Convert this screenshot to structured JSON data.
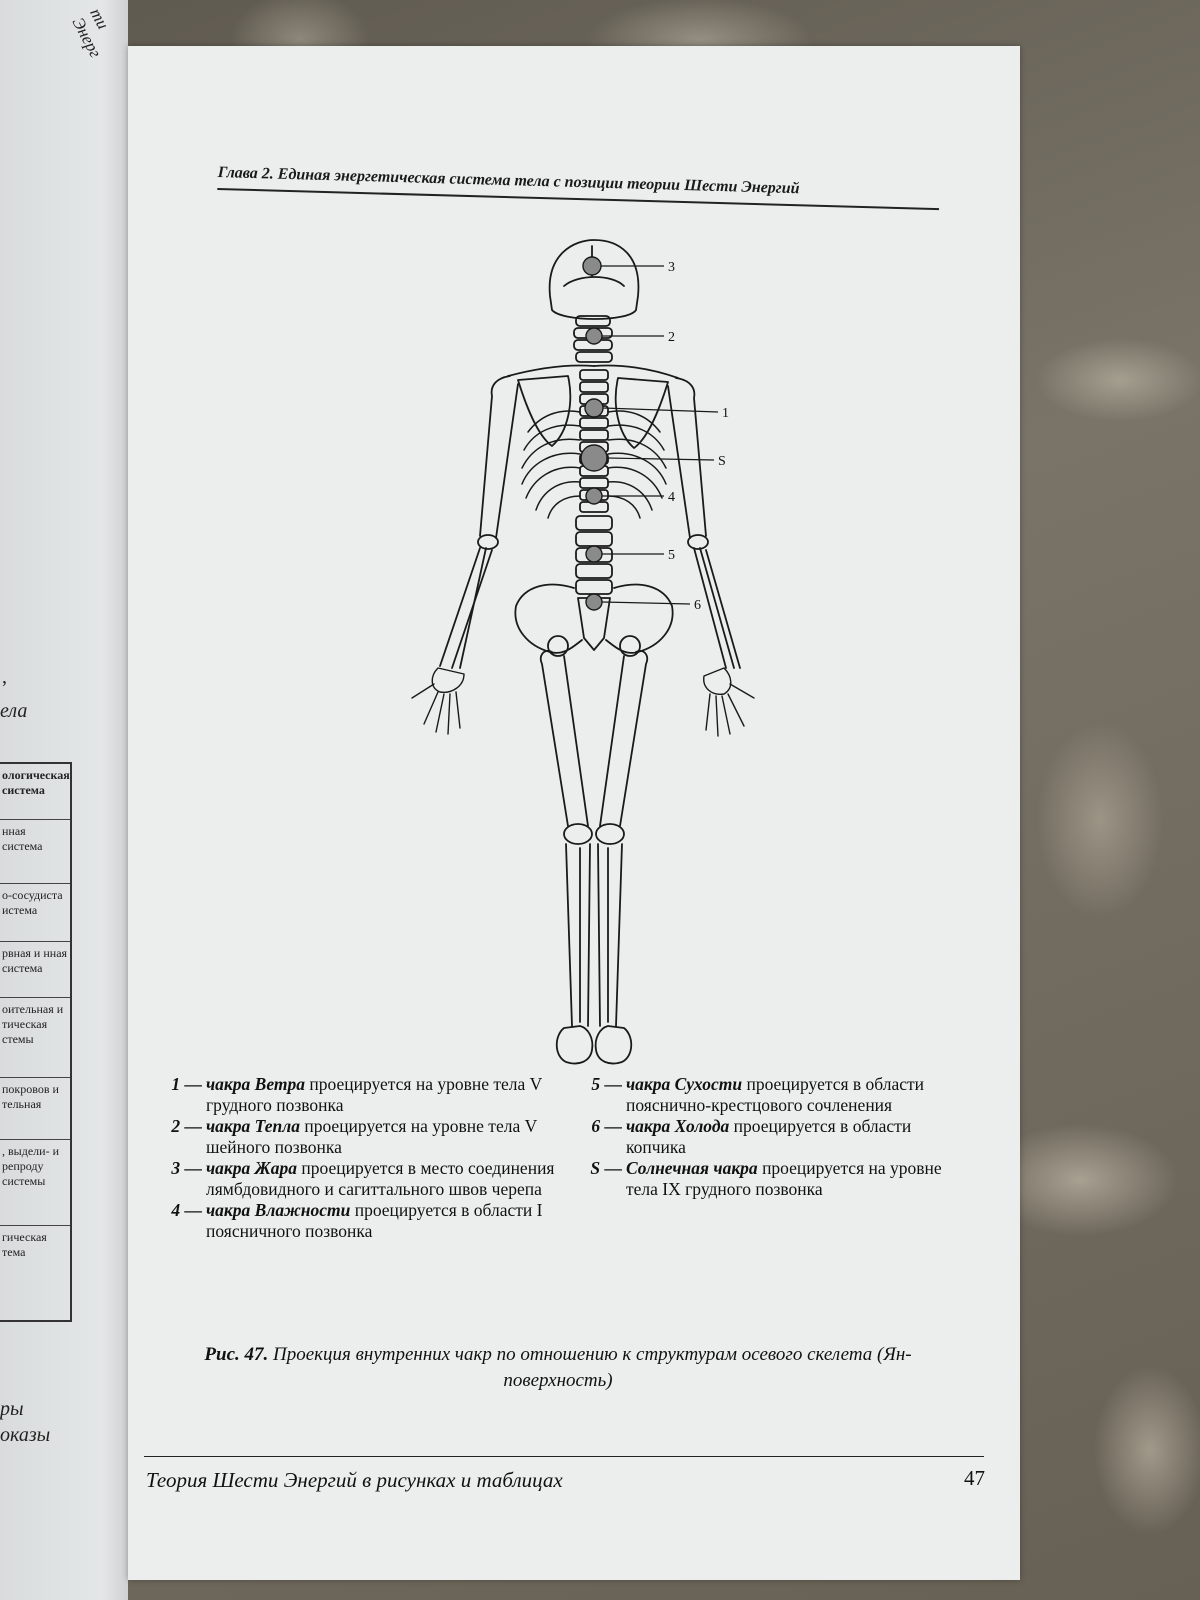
{
  "left_page": {
    "fragments": [
      "ти Энерг",
      ",",
      "ела",
      "ры",
      "оказы"
    ],
    "table_rows": [
      "ологическая система",
      "нная система",
      "о-сосудиста истема",
      "рвная и нная система",
      "оительная и тическая стемы",
      "покровов и тельная",
      ", выдели- и репроду системы",
      "гическая тема"
    ]
  },
  "header": "Глава 2. Единая энергетическая система тела с позиции теории Шести Энергий",
  "figure": {
    "labels": [
      "3",
      "2",
      "1",
      "S",
      "4",
      "5",
      "6"
    ]
  },
  "captions_left": [
    {
      "num": "1 —",
      "name": "чакра Ветра",
      "text": " проецируется на уровне тела V грудного позвонка"
    },
    {
      "num": "2 —",
      "name": "чакра Тепла",
      "text": " проецируется на уровне тела V шейного позвонка"
    },
    {
      "num": "3 —",
      "name": "чакра Жара",
      "text": " проецируется в место соединения лямбдовидного и сагиттального швов черепа"
    },
    {
      "num": "4 —",
      "name": "чакра Влажности",
      "text": " проецируется в области I поясничного позвонка"
    }
  ],
  "captions_right": [
    {
      "num": "5 —",
      "name": "чакра Сухости",
      "text": " проецируется в области пояснично-крестцового сочленения"
    },
    {
      "num": "6 —",
      "name": "чакра Холода",
      "text": " проецируется в области копчика"
    },
    {
      "num": "S —",
      "name": "Солнечная чакра",
      "text": " проецируется на уровне тела IX грудного позвонка"
    }
  ],
  "figure_caption": {
    "label": "Рис. 47.",
    "text": "Проекция внутренних чакр по отношению к структурам осевого скелета (Ян-поверхность)"
  },
  "footer": {
    "title": "Теория Шести Энергий в рисунках и таблицах",
    "page_number": "47"
  }
}
